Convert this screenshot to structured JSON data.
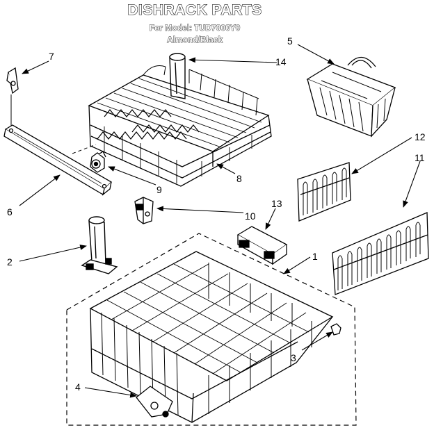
{
  "title": "DISHRACK PARTS",
  "model_line": "For Model: TUD7000Y0",
  "color_line": "Almond/Black",
  "callouts": [
    "1",
    "2",
    "3",
    "4",
    "5",
    "6",
    "7",
    "8",
    "9",
    "10",
    "11",
    "12",
    "13",
    "14"
  ]
}
